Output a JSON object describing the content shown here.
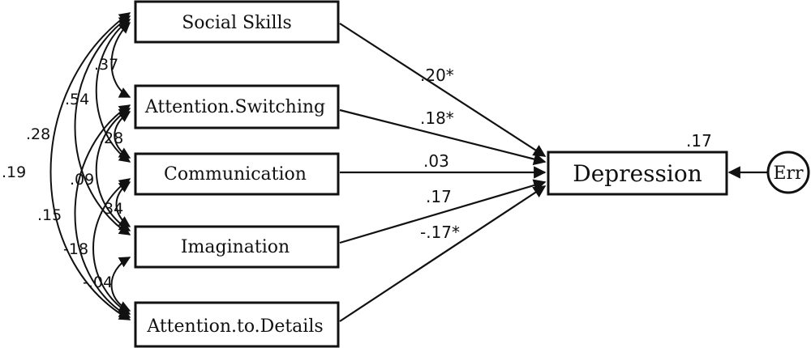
{
  "predictors": [
    {
      "id": "social",
      "label": "Social Skills"
    },
    {
      "id": "switching",
      "label": "Attention.Switching"
    },
    {
      "id": "communication",
      "label": "Communication"
    },
    {
      "id": "imagination",
      "label": "Imagination"
    },
    {
      "id": "details",
      "label": "Attention.to.Details"
    }
  ],
  "outcome": {
    "label": "Depression",
    "r_squared": ".17"
  },
  "error": {
    "label": "Err"
  },
  "path_coefficients": [
    {
      "from": "social",
      "value": ".20*"
    },
    {
      "from": "switching",
      "value": ".18*"
    },
    {
      "from": "communication",
      "value": ".03"
    },
    {
      "from": "imagination",
      "value": ".17"
    },
    {
      "from": "details",
      "value": "-.17*"
    }
  ],
  "correlations": [
    {
      "between": [
        "social",
        "switching"
      ],
      "value": ".37"
    },
    {
      "between": [
        "social",
        "communication"
      ],
      "value": ".54"
    },
    {
      "between": [
        "social",
        "imagination"
      ],
      "value": ".28"
    },
    {
      "between": [
        "social",
        "details"
      ],
      "value": ".19"
    },
    {
      "between": [
        "switching",
        "communication"
      ],
      "value": ".28"
    },
    {
      "between": [
        "switching",
        "imagination"
      ],
      "value": ".09"
    },
    {
      "between": [
        "switching",
        "details"
      ],
      "value": ".15"
    },
    {
      "between": [
        "communication",
        "imagination"
      ],
      "value": ".34"
    },
    {
      "between": [
        "communication",
        "details"
      ],
      "value": "-18"
    },
    {
      "between": [
        "imagination",
        "details"
      ],
      "value": "-.04"
    }
  ]
}
